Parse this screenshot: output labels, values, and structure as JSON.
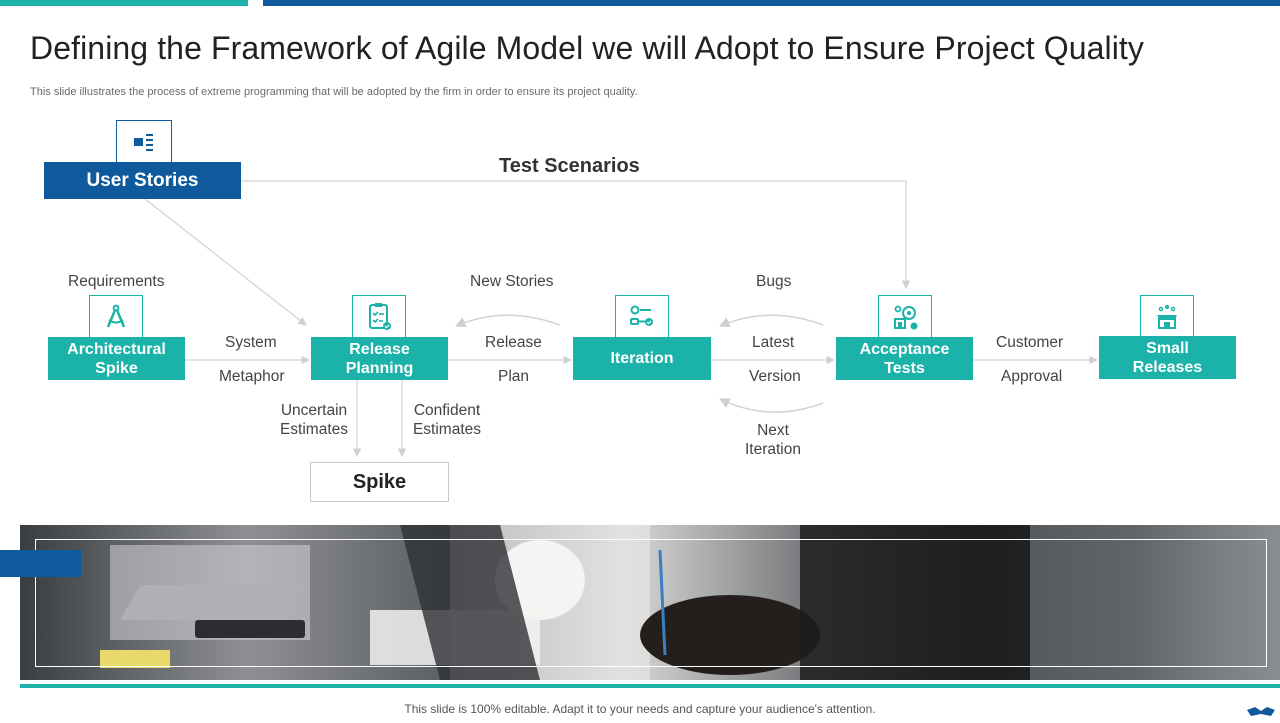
{
  "title": "Defining the Framework of Agile Model we will Adopt to Ensure Project Quality",
  "subtitle": "This slide illustrates the process of extreme programming that will be adopted by the firm in order to ensure its project quality.",
  "user_stories": "User Stories",
  "test_scenarios": "Test Scenarios",
  "nodes": [
    {
      "line1": "Architectural",
      "line2": "Spike",
      "icon": "compass-icon"
    },
    {
      "line1": "Release",
      "line2": "Planning",
      "icon": "checklist-icon"
    },
    {
      "line1": "Iteration",
      "line2": "",
      "icon": "workflow-icon"
    },
    {
      "line1": "Acceptance",
      "line2": "Tests",
      "icon": "target-test-icon"
    },
    {
      "line1": "Small",
      "line2": "Releases",
      "icon": "store-release-icon"
    }
  ],
  "labels": {
    "requirements": "Requirements",
    "new_stories": "New Stories",
    "bugs": "Bugs",
    "system": "System",
    "metaphor": "Metaphor",
    "release": "Release",
    "plan": "Plan",
    "latest": "Latest",
    "version": "Version",
    "customer": "Customer",
    "approval": "Approval",
    "uncertain1": "Uncertain",
    "uncertain2": "Estimates",
    "confident1": "Confident",
    "confident2": "Estimates",
    "next1": "Next",
    "next2": "Iteration"
  },
  "spike": "Spike",
  "footer": "This slide is 100% editable. Adapt it to your needs and capture your audience's attention.",
  "colors": {
    "teal": "#1bb3a9",
    "blue": "#0f5a9c"
  }
}
